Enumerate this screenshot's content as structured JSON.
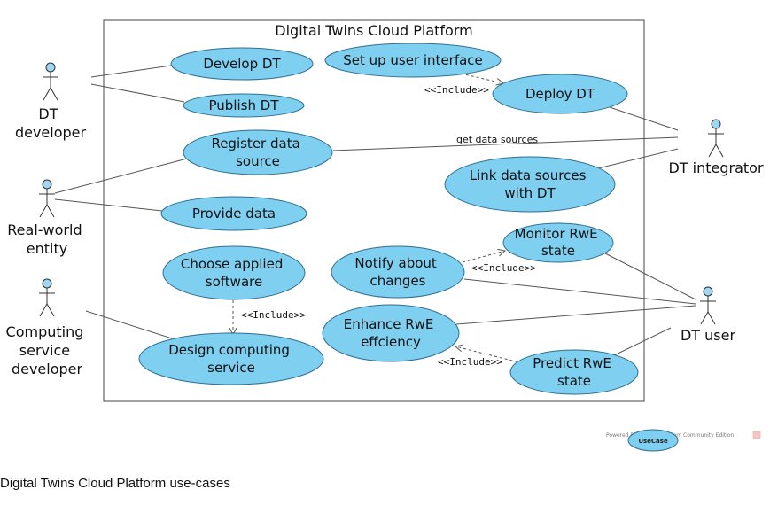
{
  "system": {
    "title": "Digital Twins Cloud Platform"
  },
  "actors": {
    "dt_developer": [
      "DT",
      "developer"
    ],
    "real_world_entity": [
      "Real-world",
      "entity"
    ],
    "computing_service_developer": [
      "Computing",
      "service",
      "developer"
    ],
    "dt_integrator": [
      "DT integrator"
    ],
    "dt_user": [
      "DT user"
    ]
  },
  "use_cases": {
    "develop_dt": [
      "Develop DT"
    ],
    "publish_dt": [
      "Publish DT"
    ],
    "set_up_ui": [
      "Set up user interface"
    ],
    "deploy_dt": [
      "Deploy DT"
    ],
    "register_data_source": [
      "Register data",
      "source"
    ],
    "link_data_sources": [
      "Link data sources",
      "with DT"
    ],
    "provide_data": [
      "Provide data"
    ],
    "monitor_rwe": [
      "Monitor RwE",
      "state"
    ],
    "notify_changes": [
      "Notify about",
      "changes"
    ],
    "choose_software": [
      "Choose applied",
      "software"
    ],
    "enhance_rwe": [
      "Enhance RwE",
      "effciency"
    ],
    "design_computing": [
      "Design computing",
      "service"
    ],
    "predict_rwe": [
      "Predict RwE",
      "state"
    ]
  },
  "labels": {
    "include": "<<Include>>",
    "get_data_sources": "get data sources"
  },
  "footer": {
    "powered_by": "Powered By Visual Paradigm Community Edition",
    "badge": "UseCase"
  },
  "caption": "Digital Twins Cloud Platform use-cases",
  "colors": {
    "usecase_fill": "#7ecff0",
    "usecase_stroke": "#2f6f93",
    "actor_fill": "#9fd8f3",
    "line": "#555555"
  }
}
